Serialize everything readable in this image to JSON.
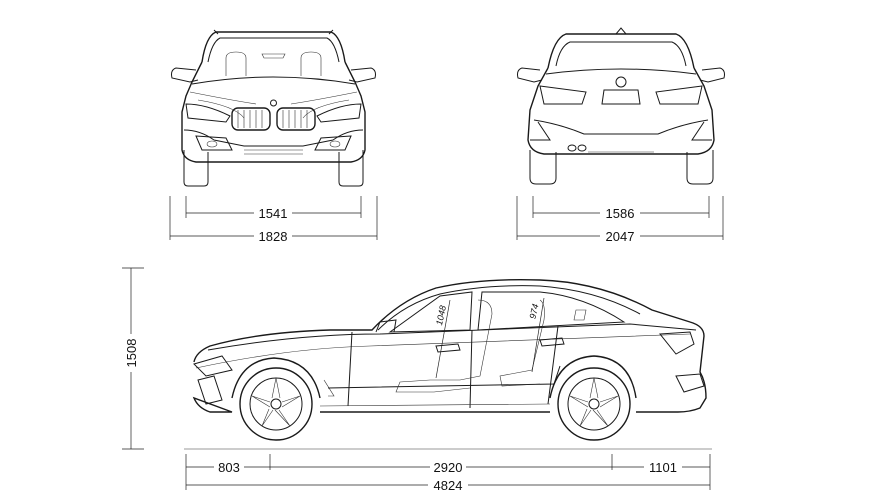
{
  "dimensions": {
    "front_track": "1541",
    "front_width": "1828",
    "rear_track": "1586",
    "rear_width": "2047",
    "height": "1508",
    "front_overhang": "803",
    "wheelbase": "2920",
    "rear_overhang": "1101",
    "length": "4824",
    "front_headroom": "1048",
    "rear_headroom": "974"
  },
  "colors": {
    "line": "#1a1a1a",
    "background": "#ffffff"
  }
}
